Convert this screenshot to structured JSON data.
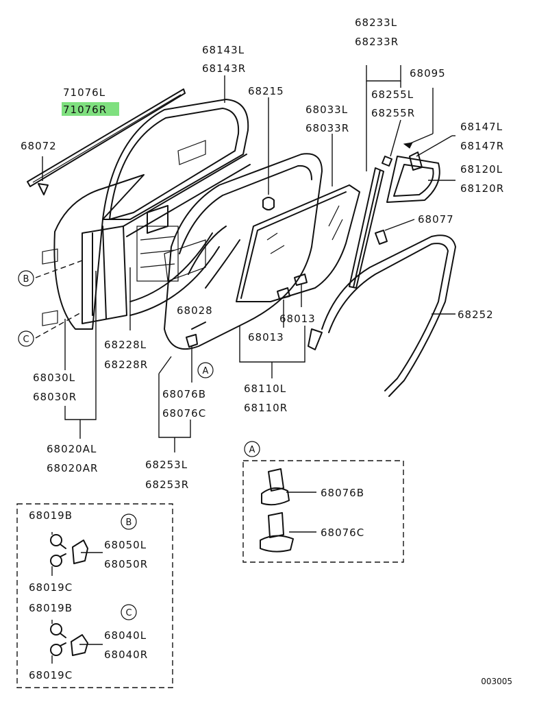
{
  "diagram_code": "003005",
  "highlight_color": "#7fe07f",
  "callouts": {
    "A": "A",
    "B": "B",
    "C": "C"
  },
  "labels": {
    "p71076L": "71076L",
    "p71076R": "71076R",
    "p68072": "68072",
    "p68143L": "68143L",
    "p68143R": "68143R",
    "p68215": "68215",
    "p68033L": "68033L",
    "p68033R": "68033R",
    "p68233L": "68233L",
    "p68233R": "68233R",
    "p68095": "68095",
    "p68255L": "68255L",
    "p68255R": "68255R",
    "p68147L": "68147L",
    "p68147R": "68147R",
    "p68120L": "68120L",
    "p68120R": "68120R",
    "p68077": "68077",
    "p68252": "68252",
    "p68028": "68028",
    "p68013a": "68013",
    "p68013b": "68013",
    "p68228L": "68228L",
    "p68228R": "68228R",
    "p68030L": "68030L",
    "p68030R": "68030R",
    "p68076B": "68076B",
    "p68076C": "68076C",
    "p68110L": "68110L",
    "p68110R": "68110R",
    "p68020AL": "68020AL",
    "p68020AR": "68020AR",
    "p68253L": "68253L",
    "p68253R": "68253R",
    "detailA_68076B": "68076B",
    "detailA_68076C": "68076C",
    "bc_68019B_1": "68019B",
    "bc_68050L": "68050L",
    "bc_68050R": "68050R",
    "bc_68019C_1": "68019C",
    "bc_68019B_2": "68019B",
    "bc_68040L": "68040L",
    "bc_68040R": "68040R",
    "bc_68019C_2": "68019C"
  }
}
